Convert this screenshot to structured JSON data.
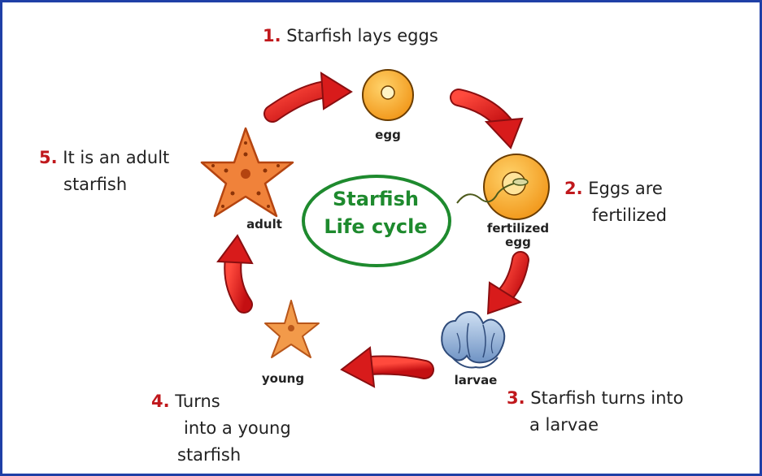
{
  "diagram": {
    "center": {
      "line1": "Starfish",
      "line2": "Life cycle"
    },
    "stage_labels": {
      "egg": "egg",
      "fertilized_line1": "fertilized",
      "fertilized_line2": "egg",
      "larvae": "larvae",
      "young": "young",
      "adult": "adult"
    },
    "steps": [
      {
        "number": "1.",
        "lines": [
          "Starfish lays eggs"
        ]
      },
      {
        "number": "2.",
        "lines": [
          "Eggs are",
          "fertilized"
        ]
      },
      {
        "number": "3.",
        "lines": [
          "Starfish turns into",
          "a larvae"
        ]
      },
      {
        "number": "4.",
        "lines": [
          "Turns",
          "into a young",
          "starfish"
        ]
      },
      {
        "number": "5.",
        "lines": [
          "It is an adult",
          "starfish"
        ]
      }
    ],
    "colors": {
      "frame": "#1f3fa6",
      "step_number": "#c0181c",
      "arrow": "#e21b1b",
      "center_text": "#1e8a2e",
      "egg_fill": "#f5a623",
      "starfish": "#f0823a"
    }
  }
}
